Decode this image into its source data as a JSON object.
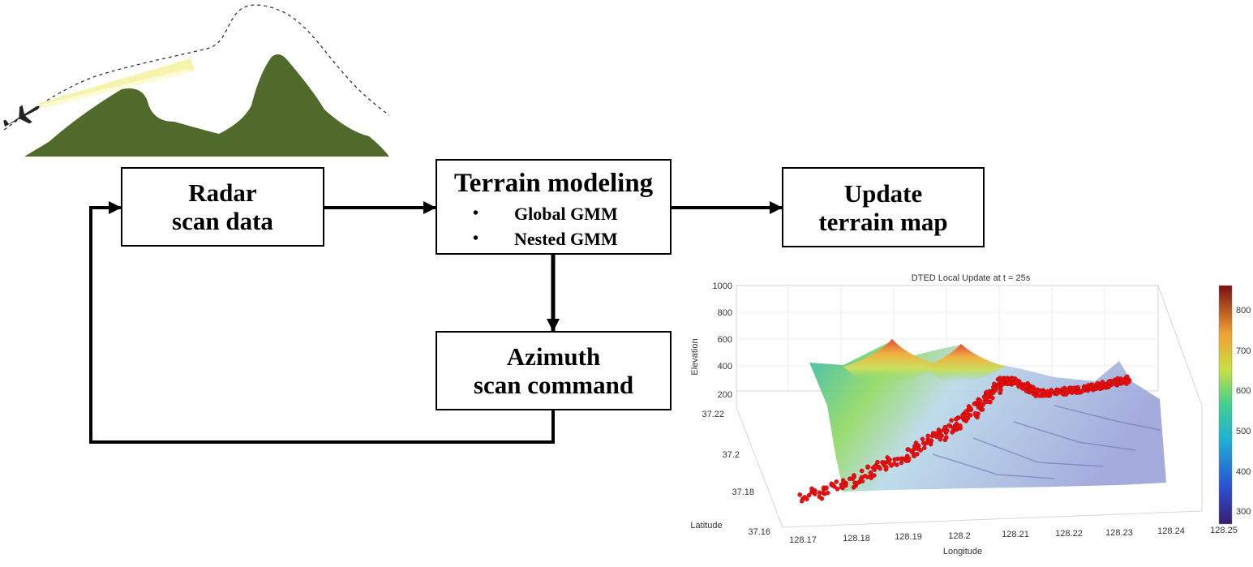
{
  "diagram": {
    "radar_box": {
      "line1": "Radar",
      "line2": "scan data"
    },
    "terrain_box": {
      "title": "Terrain modeling",
      "bullets": [
        {
          "text": "Global GMM"
        },
        {
          "text": "Nested GMM"
        }
      ]
    },
    "update_box": {
      "line1": "Update",
      "line2": "terrain map"
    },
    "azimuth_box": {
      "line1": "Azimuth",
      "line2": "scan command"
    }
  },
  "plot": {
    "title": "DTED Local Update at t =  25s",
    "zlabel": "Elevation",
    "ylabel": "Latitude",
    "xlabel": "Longitude",
    "z_ticks": [
      "1000",
      "800",
      "600",
      "400",
      "200"
    ],
    "y_ticks": [
      "37.22",
      "37.2",
      "37.18",
      "37.16"
    ],
    "x_ticks": [
      "128.17",
      "128.18",
      "128.19",
      "128.2",
      "128.21",
      "128.22",
      "128.23",
      "128.24",
      "128.25"
    ],
    "colorbar_ticks": [
      "800",
      "700",
      "600",
      "500",
      "400",
      "300"
    ],
    "colors": {
      "point": "#e81010",
      "mountain": "#4f6a2b"
    }
  }
}
